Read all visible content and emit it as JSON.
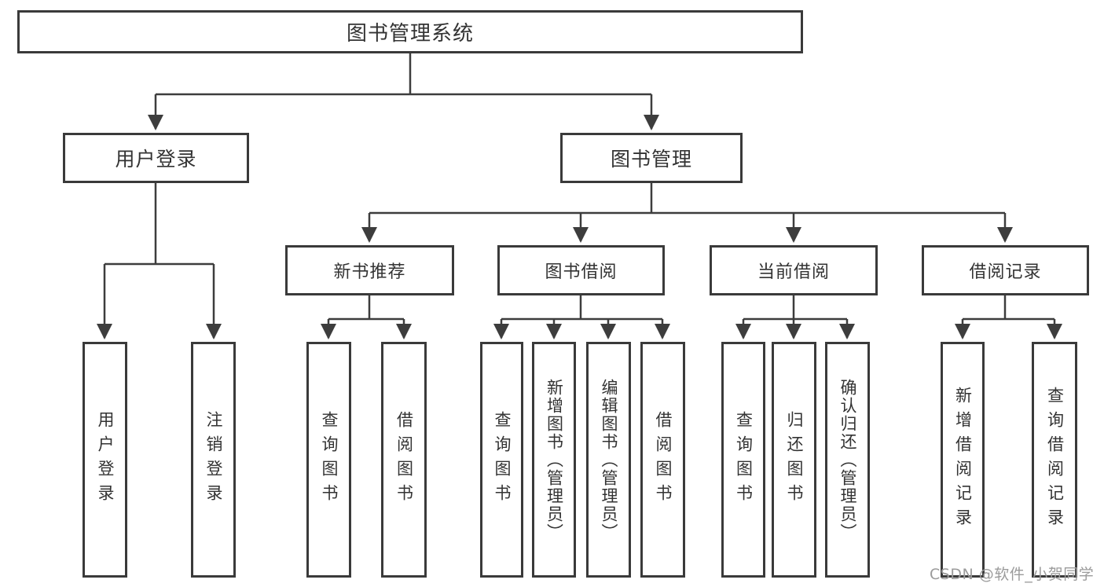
{
  "diagram_title": "图书管理系统",
  "colors": {
    "line": "#3d3d3d",
    "box_border": "#3a3a3a",
    "text": "#333333",
    "watermark": "#9b9b9b",
    "background": "#ffffff"
  },
  "tree": {
    "root": {
      "label": "图书管理系统"
    },
    "branches": [
      {
        "label": "用户登录",
        "children": [
          {
            "label": "用户登录"
          },
          {
            "label": "注销登录"
          }
        ]
      },
      {
        "label": "图书管理",
        "children": [
          {
            "label": "新书推荐",
            "children": [
              {
                "label": "查询图书"
              },
              {
                "label": "借阅图书"
              }
            ]
          },
          {
            "label": "图书借阅",
            "children": [
              {
                "label": "查询图书"
              },
              {
                "label": "新增图书（管理员）"
              },
              {
                "label": "编辑图书（管理员）"
              },
              {
                "label": "借阅图书"
              }
            ]
          },
          {
            "label": "当前借阅",
            "children": [
              {
                "label": "查询图书"
              },
              {
                "label": "归还图书"
              },
              {
                "label": "确认归还（管理员）"
              }
            ]
          },
          {
            "label": "借阅记录",
            "children": [
              {
                "label": "新增借阅记录"
              },
              {
                "label": "查询借阅记录"
              }
            ]
          }
        ]
      }
    ]
  },
  "watermark": {
    "text": "CSDN @软件_小贺同学"
  }
}
